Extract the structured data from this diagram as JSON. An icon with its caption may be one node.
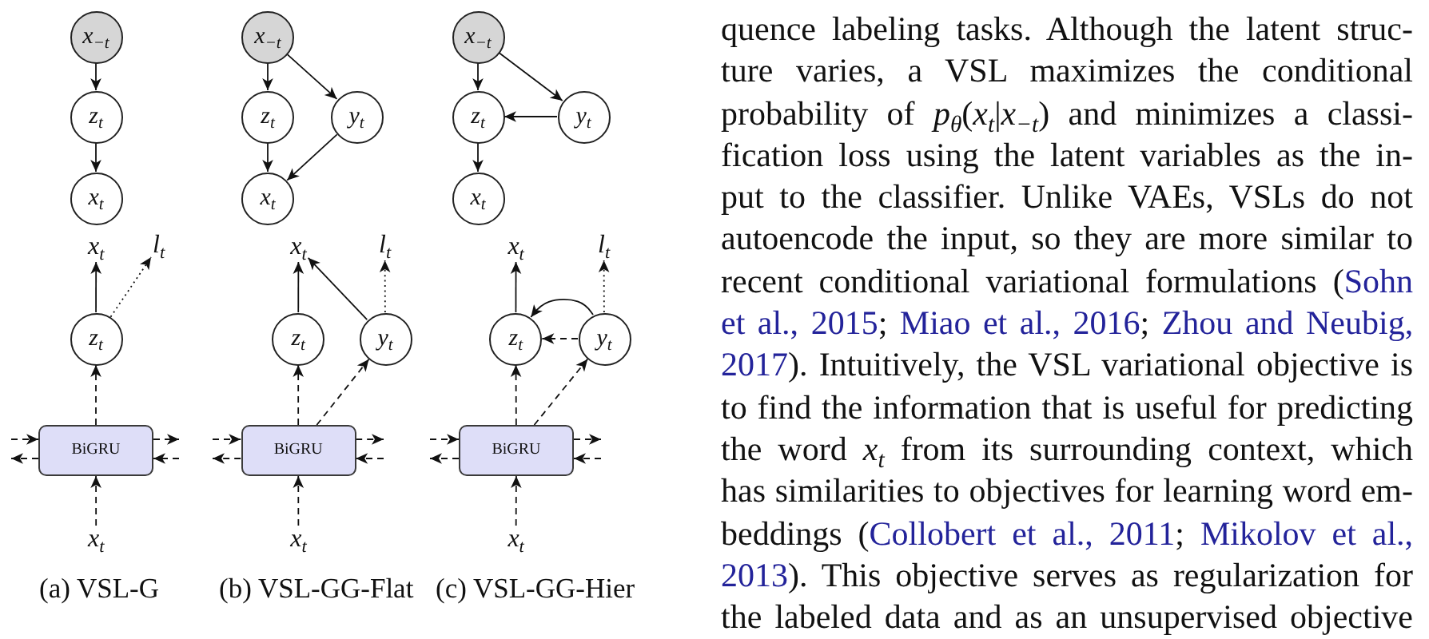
{
  "diagram": {
    "nodes": [
      {
        "text": [
          "x$_{−t}$"
        ]
      },
      {
        "text": [
          "z$_{t}$"
        ]
      },
      {
        "text": [
          "x$_{t}$"
        ]
      },
      {
        "text": [
          "x$_{t}$"
        ]
      },
      {
        "text": [
          "l$_{t}$"
        ]
      },
      {
        "text": [
          "z$_{t}$"
        ]
      },
      {
        "text": [
          "BiGRU"
        ]
      },
      {
        "text": [
          "x$_{t}$"
        ]
      },
      {
        "text": [
          "x$_{−t}$"
        ]
      },
      {
        "text": [
          "z$_{t}$"
        ]
      },
      {
        "text": [
          "y$_{t}$"
        ]
      },
      {
        "text": [
          "x$_{t}$"
        ]
      },
      {
        "text": [
          "x$_{t}$"
        ]
      },
      {
        "text": [
          "l$_{t}$"
        ]
      },
      {
        "text": [
          "z$_{t}$"
        ]
      },
      {
        "text": [
          "y$_{t}$"
        ]
      },
      {
        "text": [
          "BiGRU"
        ]
      },
      {
        "text": [
          "x$_{t}$"
        ]
      },
      {
        "text": [
          "x$_{−t}$"
        ]
      },
      {
        "text": [
          "z$_{t}$"
        ]
      },
      {
        "text": [
          "y$_{t}$"
        ]
      },
      {
        "text": [
          "x$_{t}$"
        ]
      },
      {
        "text": [
          "x$_{t}$"
        ]
      },
      {
        "text": [
          "l$_{t}$"
        ]
      },
      {
        "text": [
          "z$_{t}$"
        ]
      },
      {
        "text": [
          "y$_{t}$"
        ]
      },
      {
        "text": [
          "BiGRU"
        ]
      },
      {
        "text": [
          "x$_{t}$"
        ]
      }
    ],
    "edges": [
      {
        "from": 0,
        "to": 1,
        "arrow": "to"
      },
      {
        "from": 1,
        "to": 2,
        "arrow": "to"
      },
      {
        "from": 5,
        "to": 3,
        "arrow": "to"
      },
      {
        "from": 5,
        "to": 4,
        "arrow": "to",
        "style": "dashed"
      },
      {
        "from": 6,
        "to": 5,
        "arrow": "to",
        "style": "dashed"
      },
      {
        "from": 7,
        "to": 6,
        "arrow": "to",
        "style": "dashed"
      },
      {
        "from": null,
        "to": 6,
        "arrow": "to",
        "style": "dashed"
      },
      {
        "from": 6,
        "to": null,
        "arrow": "to",
        "style": "dashed"
      },
      {
        "from": 6,
        "to": null,
        "arrow": "to",
        "style": "dashed"
      },
      {
        "from": null,
        "to": 6,
        "arrow": "to",
        "style": "dashed"
      },
      {
        "from": 8,
        "to": 9,
        "arrow": "to"
      },
      {
        "from": 8,
        "to": 10,
        "arrow": "to"
      },
      {
        "from": 9,
        "to": 11,
        "arrow": "to"
      },
      {
        "from": 10,
        "to": 11,
        "arrow": "to"
      },
      {
        "from": 14,
        "to": 12,
        "arrow": "to"
      },
      {
        "from": 15,
        "to": 12,
        "arrow": "to"
      },
      {
        "from": 15,
        "to": 13,
        "arrow": "to",
        "style": "dashed"
      },
      {
        "from": 16,
        "to": 14,
        "arrow": "to",
        "style": "dashed"
      },
      {
        "from": 16,
        "to": 15,
        "arrow": "to",
        "style": "dashed"
      },
      {
        "from": 17,
        "to": 16,
        "arrow": "to",
        "style": "dashed"
      },
      {
        "from": null,
        "to": 16,
        "arrow": "to",
        "style": "dashed"
      },
      {
        "from": 16,
        "to": null,
        "arrow": "to",
        "style": "dashed"
      },
      {
        "from": 16,
        "to": null,
        "arrow": "to",
        "style": "dashed"
      },
      {
        "from": null,
        "to": 16,
        "arrow": "to",
        "style": "dashed"
      },
      {
        "from": 18,
        "to": 19,
        "arrow": "to"
      },
      {
        "from": 18,
        "to": 20,
        "arrow": "to"
      },
      {
        "from": 20,
        "to": 19,
        "arrow": "to"
      },
      {
        "from": 19,
        "to": 21,
        "arrow": "to"
      },
      {
        "from": 24,
        "to": 22,
        "arrow": "to"
      },
      {
        "from": 25,
        "to": 23,
        "arrow": "to",
        "style": "dashed"
      },
      {
        "from": 25,
        "to": 24,
        "arrow": "to"
      },
      {
        "from": 25,
        "to": 24,
        "arrow": "to",
        "style": "dashed"
      },
      {
        "from": 26,
        "to": 24,
        "arrow": "to",
        "style": "dashed"
      },
      {
        "from": 26,
        "to": 25,
        "arrow": "to",
        "style": "dashed"
      },
      {
        "from": 27,
        "to": 26,
        "arrow": "to",
        "style": "dashed"
      },
      {
        "from": null,
        "to": 26,
        "arrow": "to",
        "style": "dashed"
      },
      {
        "from": 26,
        "to": null,
        "arrow": "to",
        "style": "dashed"
      },
      {
        "from": 26,
        "to": null,
        "arrow": "to",
        "style": "dashed"
      },
      {
        "from": null,
        "to": 26,
        "arrow": "to",
        "style": "dashed"
      }
    ],
    "labels": [
      "(a) VSL-G",
      "(b) VSL-GG-Flat",
      "(c) VSL-GG-Hier",
      "quence labeling tasks. Although the latent struc- ture varies, a VSL maximizes the conditional probability of *p*$_{θ}$(*x*$_{t}$|*x*$_{−t}$) and minimizes a classi- fication loss using the latent variables as the in- put to the classifier. Unlike VAEs, VSLs do not autoencode the input, so they are more similar to recent conditional variational formulations (Sohn et al., 2015; Miao et al., 2016; Zhou and Neubig, 2017). Intuitively, the VSL variational objective is to find the information that is useful for predicting the word *x*$_{t}$ from its surrounding context, which has similarities to objectives for learning word em- beddings (Collobert et al., 2011; Mikolov et al., 2013). This objective serves as regularization for the labeled data and as an unsupervised objective"
    ]
  }
}
